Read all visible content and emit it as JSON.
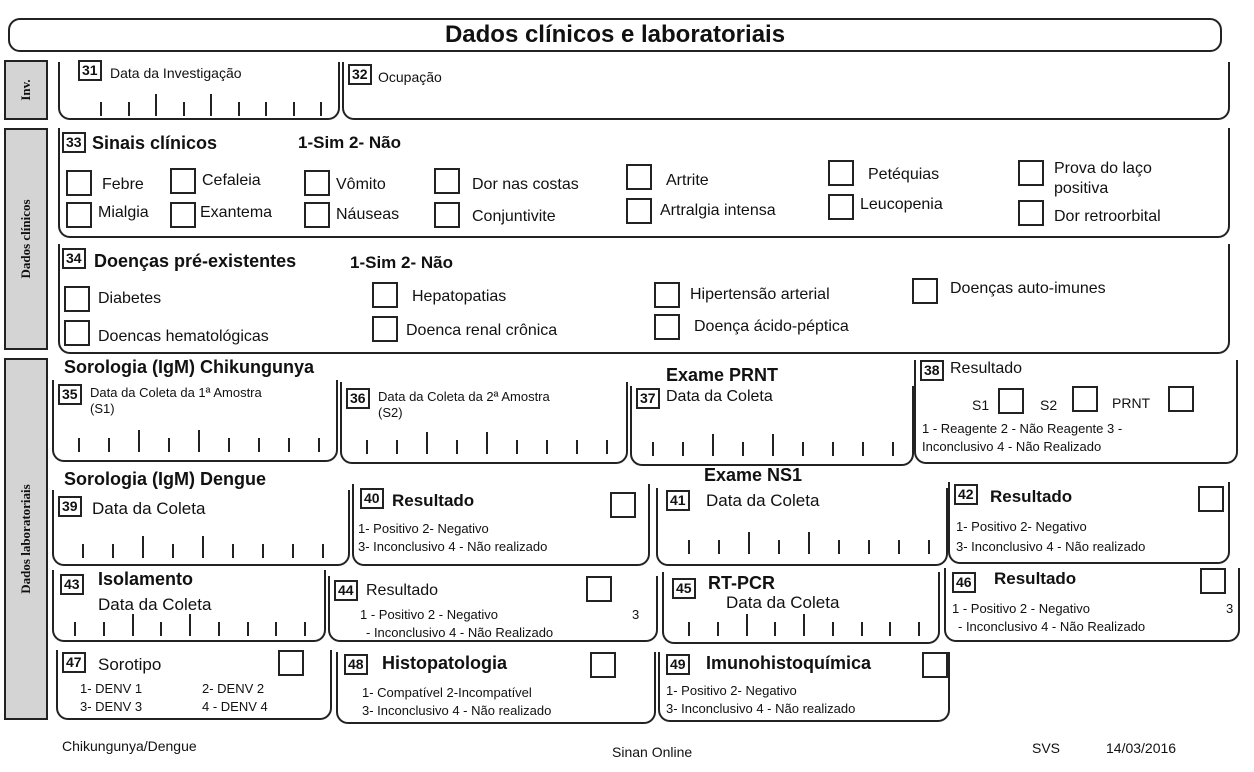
{
  "header": {
    "title": "Dados clínicos e laboratoriais"
  },
  "side_labels": {
    "inv": "Inv.",
    "clinicos": "Dados clínicos",
    "laboratoriais": "Dados laboratoriais"
  },
  "f31": {
    "num": "31",
    "label": "Data da Investigação"
  },
  "f32": {
    "num": "32",
    "label": "Ocupação"
  },
  "f33": {
    "num": "33",
    "label": "Sinais clínicos",
    "legend": "1-Sim  2- Não",
    "items": [
      "Febre",
      "Cefaleia",
      "Vômito",
      "Dor nas costas",
      "Artrite",
      "Petéquias",
      "Mialgia",
      "Exantema",
      "Náuseas",
      "Conjuntivite",
      "Artralgia intensa",
      "Leucopenia",
      "Dor retroorbital"
    ],
    "prova_line1": "Prova do laço",
    "prova_line2": "positiva"
  },
  "f34": {
    "num": "34",
    "label": "Doenças pré-existentes",
    "legend": "1-Sim  2- Não",
    "items": [
      "Diabetes",
      "Hepatopatias",
      "Hipertensão arterial",
      "Doenças auto-imunes",
      "Doencas hematológicas",
      "Doenca renal crônica",
      "Doença ácido-péptica"
    ]
  },
  "sorologia_chik": {
    "title": "Sorologia (IgM) Chikungunya"
  },
  "f35": {
    "num": "35",
    "label1": "Data da Coleta da 1ª Amostra",
    "label2": "(S1)"
  },
  "f36": {
    "num": "36",
    "label1": "Data da Coleta da 2ª Amostra",
    "label2": "(S2)"
  },
  "prnt": {
    "title": "Exame PRNT"
  },
  "f37": {
    "num": "37",
    "label": "Data da Coleta"
  },
  "f38": {
    "num": "38",
    "label": "Resultado",
    "s1": "S1",
    "s2": "S2",
    "prnt": "PRNT",
    "legend1": "1 - Reagente      2 - Não Reagente   3 -",
    "legend2": "Inconclusivo  4 - Não Realizado"
  },
  "sorologia_dengue": {
    "title": "Sorologia (IgM) Dengue"
  },
  "f39": {
    "num": "39",
    "label": "Data da Coleta"
  },
  "f40": {
    "num": "40",
    "label": "Resultado",
    "legend1": "1- Positivo        2- Negativo",
    "legend2": "3- Inconclusivo   4 - Não realizado"
  },
  "ns1": {
    "title": "Exame NS1"
  },
  "f41": {
    "num": "41",
    "label": "Data da Coleta"
  },
  "f42": {
    "num": "42",
    "label": "Resultado",
    "legend1": "1- Positivo         2- Negativo",
    "legend2": "3- Inconclusivo   4 - Não realizado"
  },
  "f43": {
    "num": "43",
    "title": "Isolamento",
    "label": "Data da Coleta"
  },
  "f44": {
    "num": "44",
    "label": "Resultado",
    "legend1": "1 - Positivo     2 - Negativo",
    "legend1b": "3",
    "legend2": "- Inconclusivo  4 - Não Realizado"
  },
  "f45": {
    "num": "45",
    "title": "RT-PCR",
    "label": "Data da Coleta"
  },
  "f46": {
    "num": "46",
    "label": "Resultado",
    "legend1": "1 - Positivo     2 - Negativo",
    "legend1b": "3",
    "legend2": "- Inconclusivo  4 - Não Realizado"
  },
  "f47": {
    "num": "47",
    "label": "Sorotipo",
    "opt1": "1- DENV 1",
    "opt2": "2- DENV 2",
    "opt3": "3- DENV 3",
    "opt4": "4 - DENV 4"
  },
  "f48": {
    "num": "48",
    "title": "Histopatologia",
    "legend1": "1- Compatível    2-Incompatível",
    "legend2": "3- Inconclusivo   4 - Não realizado"
  },
  "f49": {
    "num": "49",
    "title": "Imunohistoquímica",
    "legend1": "1- Positivo          2- Negativo",
    "legend2": "3- Inconclusivo   4 - Não realizado"
  },
  "footer": {
    "left": "Chikungunya/Dengue",
    "center": "Sinan Online",
    "right": "SVS",
    "date": "14/03/2016"
  }
}
